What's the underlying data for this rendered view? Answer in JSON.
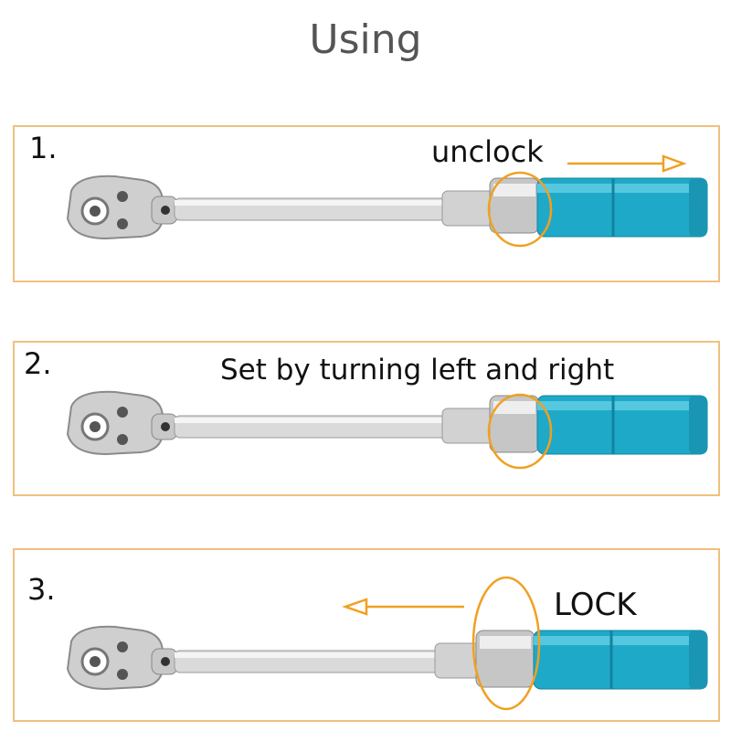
{
  "title": "Using",
  "colors": {
    "panel_border": "#f0c080",
    "arrow_and_circle": "#f0a020",
    "handle": "#1fa9c8",
    "chrome": "#d6d6d6"
  },
  "steps": [
    {
      "number": "1.",
      "label": "unclock",
      "arrow": "right"
    },
    {
      "number": "2.",
      "label": "Set by turning left and right",
      "arrow": "none"
    },
    {
      "number": "3.",
      "label": "LOCK",
      "arrow": "left"
    }
  ]
}
